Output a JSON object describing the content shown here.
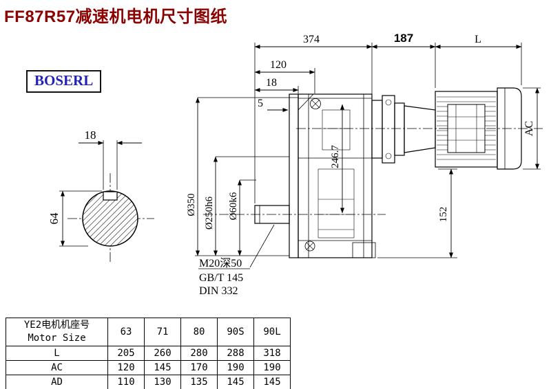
{
  "page": {
    "title": "FF87R57减速机电机尺寸图纸",
    "brand": "BOSERL"
  },
  "drawing": {
    "top_dims": {
      "d374": "374",
      "d187": "187",
      "dL": "L",
      "d120": "120",
      "d18": "18",
      "d5": "5"
    },
    "left_view": {
      "key_width": "18",
      "shaft_dia": "64"
    },
    "dia_dims": {
      "flange": "Ø350",
      "spigot": "Ø250h6",
      "shaft": "Ø60k6"
    },
    "vert_dims": {
      "d246": "246.7",
      "d152": "152",
      "dAC": "AC"
    },
    "notes": {
      "tap": "M20深50",
      "std1": "GB/T 145",
      "std2": "DIN 332"
    }
  },
  "table": {
    "header_cn": "YE2电机机座号",
    "header_en": "Motor Size",
    "columns": [
      "63",
      "71",
      "80",
      "90S",
      "90L"
    ],
    "rows": [
      {
        "label": "L",
        "values": [
          "205",
          "260",
          "280",
          "288",
          "318"
        ]
      },
      {
        "label": "AC",
        "values": [
          "120",
          "145",
          "170",
          "190",
          "190"
        ]
      },
      {
        "label": "AD",
        "values": [
          "110",
          "130",
          "135",
          "145",
          "145"
        ]
      }
    ]
  }
}
